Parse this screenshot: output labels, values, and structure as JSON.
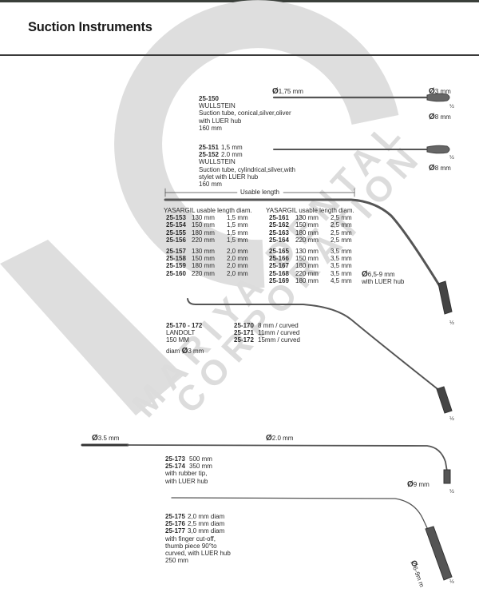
{
  "page": {
    "title": "Suction Instruments",
    "watermark": [
      "MARIYA DENTAL",
      "CORPORATION"
    ]
  },
  "colors": {
    "text": "#222222",
    "rule": "#3a3a3a",
    "watermark": "#d9d9d9"
  },
  "phi_symbol": "Ø",
  "half_scale": "½",
  "item_150": {
    "code": "25-150",
    "name": "WULLSTEIN",
    "desc1": "Suction tube, conical,silver,oliver",
    "desc2": "with LUER hub",
    "length": "160 mm",
    "tip_diam": "1,75 mm",
    "hub_diam": "3 mm",
    "base_diam": "8 mm"
  },
  "item_151": {
    "codes": [
      {
        "code": "25-151",
        "size": "1,5 mm"
      },
      {
        "code": "25-152",
        "size": "2.0 mm"
      }
    ],
    "name": "WULLSTEIN",
    "desc1": "Suction tube, cylindrical,silver,with",
    "desc2": "stylet with LUER hub",
    "length": "160 mm",
    "base_diam": "8 mm"
  },
  "yasargil": {
    "usable_length_label": "Usable length",
    "header": "YASARGIL usable length diam.",
    "left_group1": [
      {
        "code": "25-153",
        "length": "130 mm",
        "diam": "1,5 mm"
      },
      {
        "code": "25-154",
        "length": "150 mm",
        "diam": "1,5 mm"
      },
      {
        "code": "25-155",
        "length": "180 mm",
        "diam": "1,5 mm"
      },
      {
        "code": "25-156",
        "length": "220 mm",
        "diam": "1,5 mm"
      }
    ],
    "left_group2": [
      {
        "code": "25-157",
        "length": "130 mm",
        "diam": "2,0 mm"
      },
      {
        "code": "25-158",
        "length": "150 mm",
        "diam": "2,0 mm"
      },
      {
        "code": "25-159",
        "length": "180 mm",
        "diam": "2,0 mm"
      },
      {
        "code": "25-160",
        "length": "220 mm",
        "diam": "2,0 mm"
      }
    ],
    "right_group1": [
      {
        "code": "25-161",
        "length": "130 mm",
        "diam": "2,5 mm"
      },
      {
        "code": "25-162",
        "length": "150 mm",
        "diam": "2,5 mm"
      },
      {
        "code": "25-163",
        "length": "180 mm",
        "diam": "2,5 mm"
      },
      {
        "code": "25-164",
        "length": "220 mm",
        "diam": "2,5 mm"
      }
    ],
    "right_group2": [
      {
        "code": "25-165",
        "length": "130 mm",
        "diam": "3,5 mm"
      },
      {
        "code": "25-166",
        "length": "150 mm",
        "diam": "3,5 mm"
      },
      {
        "code": "25-167",
        "length": "180 mm",
        "diam": "3,5 mm"
      },
      {
        "code": "25-168",
        "length": "220 mm",
        "diam": "3,5 mm"
      },
      {
        "code": "25-169",
        "length": "180 mm",
        "diam": "4,5 mm"
      }
    ],
    "hub_diam": "6,5-9 mm",
    "hub_note": "with LUER hub"
  },
  "landolt": {
    "code_range": "25-170 - 172",
    "name": "LANDOLT",
    "length": "150 MM",
    "diam_label": "diam",
    "diam": "3 mm",
    "variants": [
      {
        "code": "25-170",
        "desc": "8 mm / curved"
      },
      {
        "code": "25-171",
        "desc": "11mm / curved"
      },
      {
        "code": "25-172",
        "desc": "15mm / curved"
      }
    ]
  },
  "long_tube": {
    "tip_diam": "3.5 mm",
    "shaft_diam": "2.0 mm",
    "hub_diam": "9 mm",
    "codes": [
      {
        "code": "25-173",
        "length": "500 mm"
      },
      {
        "code": "25-174",
        "length": "350 mm"
      }
    ],
    "note1": "with rubber tip,",
    "note2": "with LUER hub"
  },
  "finger_tube": {
    "codes": [
      {
        "code": "25-175",
        "size": "2,0 mm  diam"
      },
      {
        "code": "25-176",
        "size": "2,5 mm  diam"
      },
      {
        "code": "25-177",
        "size": "3,0 mm  diam"
      }
    ],
    "note1": "with finger cut-off,",
    "note2": "thumb piece 90°to",
    "note3": "curved, with LUER hub",
    "length": "250 mm",
    "hub_diam": "6-9m m"
  }
}
